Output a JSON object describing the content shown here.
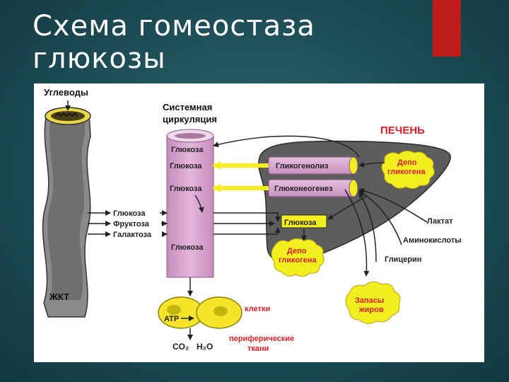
{
  "slide": {
    "title_line1": "Схема гомеостаза",
    "title_line2": "глюкозы"
  },
  "colors": {
    "accent": "#c01b1b",
    "background": "#1d4c55",
    "liver": "#5d5d5d",
    "vessel": "#d9a2cf",
    "cell": "#f5e42a",
    "red_label": "#d8202a"
  },
  "diagram": {
    "carbs": "Углеводы",
    "gi_tract": "ЖКТ",
    "circulation_line1": "Системная",
    "circulation_line2": "циркуляция",
    "liver": "ПЕЧЕНЬ",
    "vessel_glucose": [
      "Глюкоза",
      "Глюкоза",
      "Глюкоза",
      "Глюкоза"
    ],
    "absorbed": [
      "Глюкоза",
      "Фруктоза",
      "Галактоза"
    ],
    "glycogenolysis": "Гликогенолиз",
    "gluconeogenesis": "Глюконеогенез",
    "liver_glucose": "Глюкоза",
    "depot1_line1": "Депо",
    "depot1_line2": "гликогена",
    "depot2_line1": "Депо",
    "depot2_line2": "гликогена",
    "lactate": "Лактат",
    "amino": "Аминокислоты",
    "glycerol": "Глицерин",
    "fat1": "Запасы",
    "fat2": "жиров",
    "atp": "ATP",
    "cells": "клетки",
    "peripheral1": "периферические",
    "peripheral2": "ткани",
    "co2": "CO₂",
    "h2o": "H₂O"
  }
}
